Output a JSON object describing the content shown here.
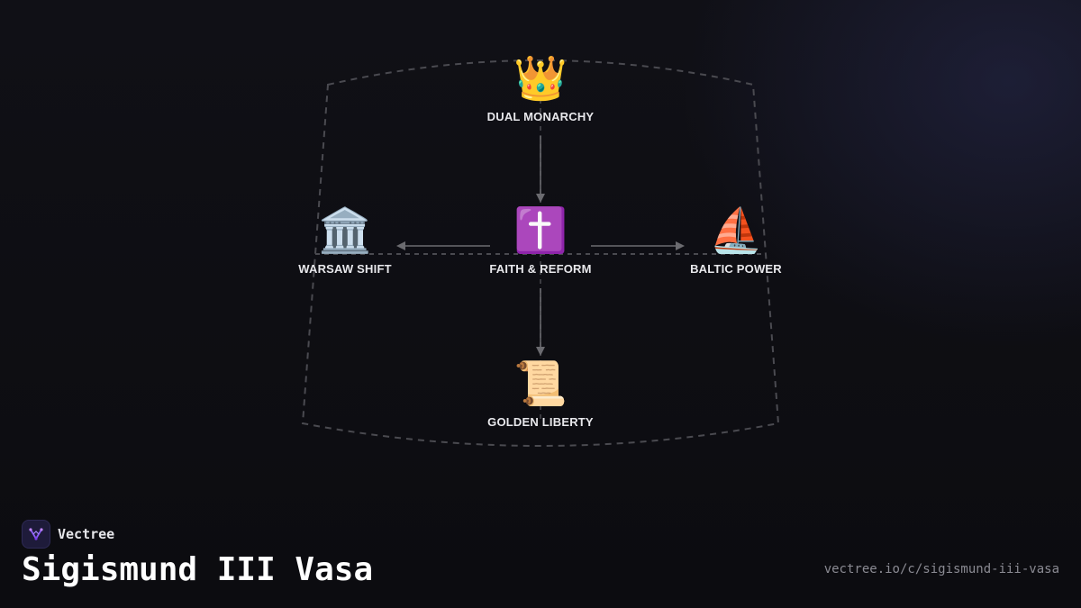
{
  "diagram": {
    "nodes": [
      {
        "id": "top",
        "icon": "👑",
        "icon_name": "crown-icon",
        "label": "DUAL MONARCHY"
      },
      {
        "id": "left",
        "icon": "🏛️",
        "icon_name": "classical-building-icon",
        "label": "WARSAW SHIFT"
      },
      {
        "id": "center",
        "icon": "✝️",
        "icon_name": "latin-cross-icon",
        "label": "FAITH & REFORM"
      },
      {
        "id": "right",
        "icon": "⛵",
        "icon_name": "sailboat-icon",
        "label": "BALTIC POWER"
      },
      {
        "id": "bottom",
        "icon": "📜",
        "icon_name": "scroll-icon",
        "label": "GOLDEN LIBERTY"
      }
    ],
    "edges": [
      {
        "from": "top",
        "to": "center"
      },
      {
        "from": "center",
        "to": "left"
      },
      {
        "from": "center",
        "to": "right"
      },
      {
        "from": "center",
        "to": "bottom"
      }
    ],
    "colors": {
      "edge": "#6b6b70",
      "boundary": "#4a4a50"
    }
  },
  "brand": {
    "name": "Vectree",
    "logo_icon": "vectree-logo-icon",
    "logo_color": "#8b5cf6"
  },
  "page": {
    "title": "Sigismund III Vasa",
    "url": "vectree.io/c/sigismund-iii-vasa"
  }
}
